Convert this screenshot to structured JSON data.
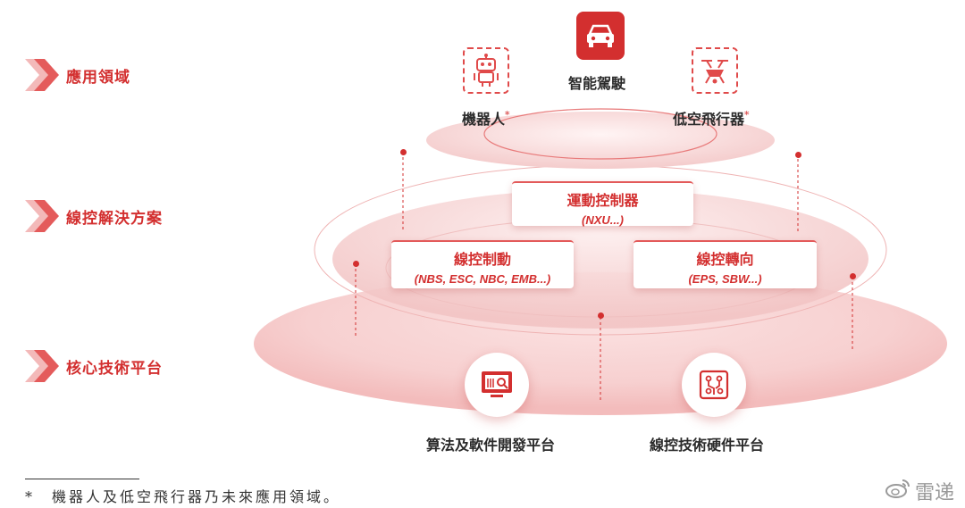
{
  "layers": [
    {
      "label": "應用領域"
    },
    {
      "label": "線控解決方案"
    },
    {
      "label": "核心技術平台"
    }
  ],
  "applications": {
    "robot": {
      "label": "機器人",
      "mark": "*",
      "icon": "robot-icon"
    },
    "autonomous": {
      "label": "智能駕駛",
      "icon": "car-icon"
    },
    "drone": {
      "label": "低空飛行器",
      "mark": "*",
      "icon": "drone-icon"
    }
  },
  "solutions": {
    "motion": {
      "title": "運動控制器",
      "sub": "(NXU...)"
    },
    "brake": {
      "title": "線控制動",
      "sub": "(NBS, ESC, NBC, EMB...)"
    },
    "steer": {
      "title": "線控轉向",
      "sub": "(EPS, SBW...)"
    }
  },
  "platforms": {
    "software": {
      "label": "算法及軟件開發平台",
      "icon": "monitor-icon"
    },
    "hardware": {
      "label": "線控技術硬件平台",
      "icon": "circuit-icon"
    }
  },
  "footnote": "*　機器人及低空飛行器乃未來應用領域。",
  "watermark": {
    "text": "雷递",
    "icon": "weibo-icon"
  },
  "colors": {
    "accent": "#d32f2f",
    "light": "#f6c9c9"
  }
}
